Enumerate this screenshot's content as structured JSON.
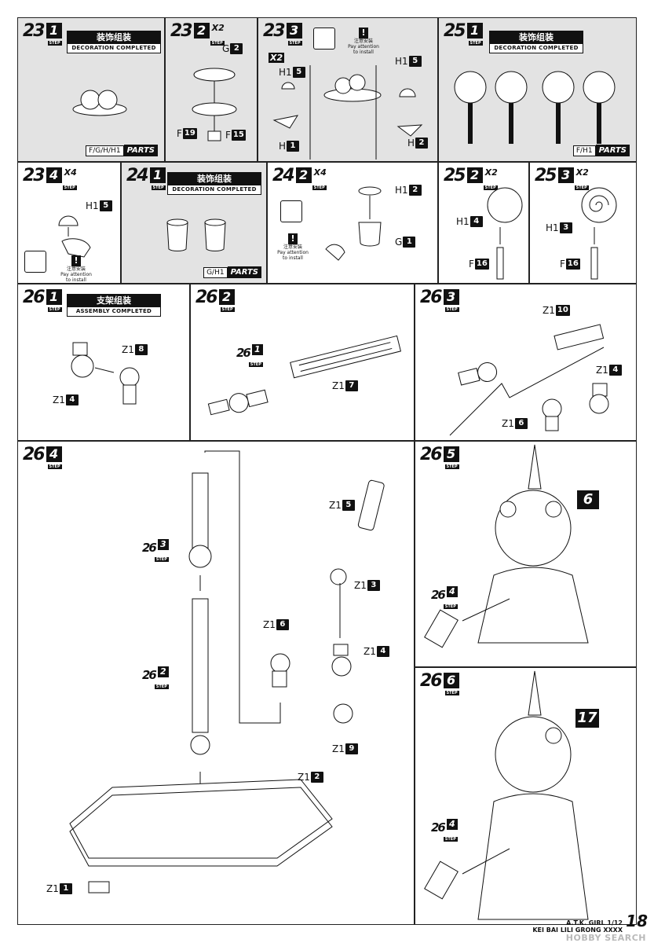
{
  "footer": {
    "line1": "A.T.K. GIRL 1/12",
    "line2": "KEI BAI LILI GRONG XXXX",
    "page": "18",
    "watermark": "HOBBY SEARCH"
  },
  "labels": {
    "step": "STEP",
    "cn_deco": "装饰组装",
    "en_deco": "DECORATION COMPLETED",
    "cn_assy": "支架组装",
    "en_assy": "ASSEMBLY COMPLETED",
    "warn_cn": "注意安装",
    "warn_en1": "Pay attention",
    "warn_en2": "to install",
    "parts": "PARTS"
  },
  "steps": {
    "s23_1": {
      "num": "23",
      "sub": "1"
    },
    "s23_2": {
      "num": "23",
      "sub": "2",
      "mult": "X2"
    },
    "s23_3": {
      "num": "23",
      "sub": "3",
      "mult": "X2"
    },
    "s23_4": {
      "num": "23",
      "sub": "4",
      "mult": "X4"
    },
    "s24_1": {
      "num": "24",
      "sub": "1"
    },
    "s24_2": {
      "num": "24",
      "sub": "2",
      "mult": "X4"
    },
    "s25_1": {
      "num": "25",
      "sub": "1"
    },
    "s25_2": {
      "num": "25",
      "sub": "2",
      "mult": "X2"
    },
    "s25_3": {
      "num": "25",
      "sub": "3",
      "mult": "X2"
    },
    "s26_1": {
      "num": "26",
      "sub": "1"
    },
    "s26_2": {
      "num": "26",
      "sub": "2"
    },
    "s26_3": {
      "num": "26",
      "sub": "3"
    },
    "s26_4": {
      "num": "26",
      "sub": "4"
    },
    "s26_5": {
      "num": "26",
      "sub": "5"
    },
    "s26_6": {
      "num": "26",
      "sub": "6"
    }
  },
  "parts_lists": {
    "p23_1": "F/G/H/H1",
    "p24_1": "G/H1",
    "p25_1": "F/H1"
  },
  "part_labels": {
    "g2": {
      "p": "G",
      "n": "2"
    },
    "f19": {
      "p": "F",
      "n": "19"
    },
    "f15": {
      "p": "F",
      "n": "15"
    },
    "h1_5": {
      "p": "H1",
      "n": "5"
    },
    "h1": {
      "p": "H",
      "n": "1"
    },
    "h2": {
      "p": "H",
      "n": "2"
    },
    "h1_2": {
      "p": "H1",
      "n": "2"
    },
    "g1": {
      "p": "G",
      "n": "1"
    },
    "h1_4": {
      "p": "H1",
      "n": "4"
    },
    "h1_3": {
      "p": "H1",
      "n": "3"
    },
    "f16": {
      "p": "F",
      "n": "16"
    },
    "z1_8": {
      "p": "Z1",
      "n": "8"
    },
    "z1_4": {
      "p": "Z1",
      "n": "4"
    },
    "z1_7": {
      "p": "Z1",
      "n": "7"
    },
    "z1_10": {
      "p": "Z1",
      "n": "10"
    },
    "z1_6": {
      "p": "Z1",
      "n": "6"
    },
    "z1_5": {
      "p": "Z1",
      "n": "5"
    },
    "z1_3": {
      "p": "Z1",
      "n": "3"
    },
    "z1_9": {
      "p": "Z1",
      "n": "9"
    },
    "z1_2": {
      "p": "Z1",
      "n": "2"
    },
    "z1_1": {
      "p": "Z1",
      "n": "1"
    }
  },
  "callouts": {
    "c6": "6",
    "c17": "17"
  }
}
